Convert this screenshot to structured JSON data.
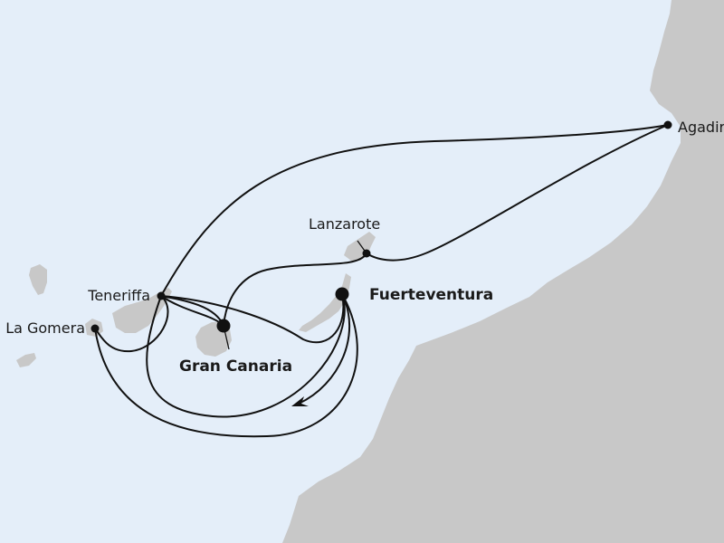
{
  "colors": {
    "sea": "#e4eef9",
    "land": "#c8c8c8",
    "route": "#111111"
  },
  "ports": [
    {
      "id": "agadir",
      "name": "Agadir",
      "emphasis": "minor"
    },
    {
      "id": "lanzarote",
      "name": "Lanzarote",
      "emphasis": "minor"
    },
    {
      "id": "fuerteventura",
      "name": "Fuerteventura",
      "emphasis": "major"
    },
    {
      "id": "teneriffa",
      "name": "Teneriffa",
      "emphasis": "minor"
    },
    {
      "id": "gran-canaria",
      "name": "Gran Canaria",
      "emphasis": "major"
    },
    {
      "id": "la-gomera",
      "name": "La Gomera",
      "emphasis": "minor"
    }
  ]
}
